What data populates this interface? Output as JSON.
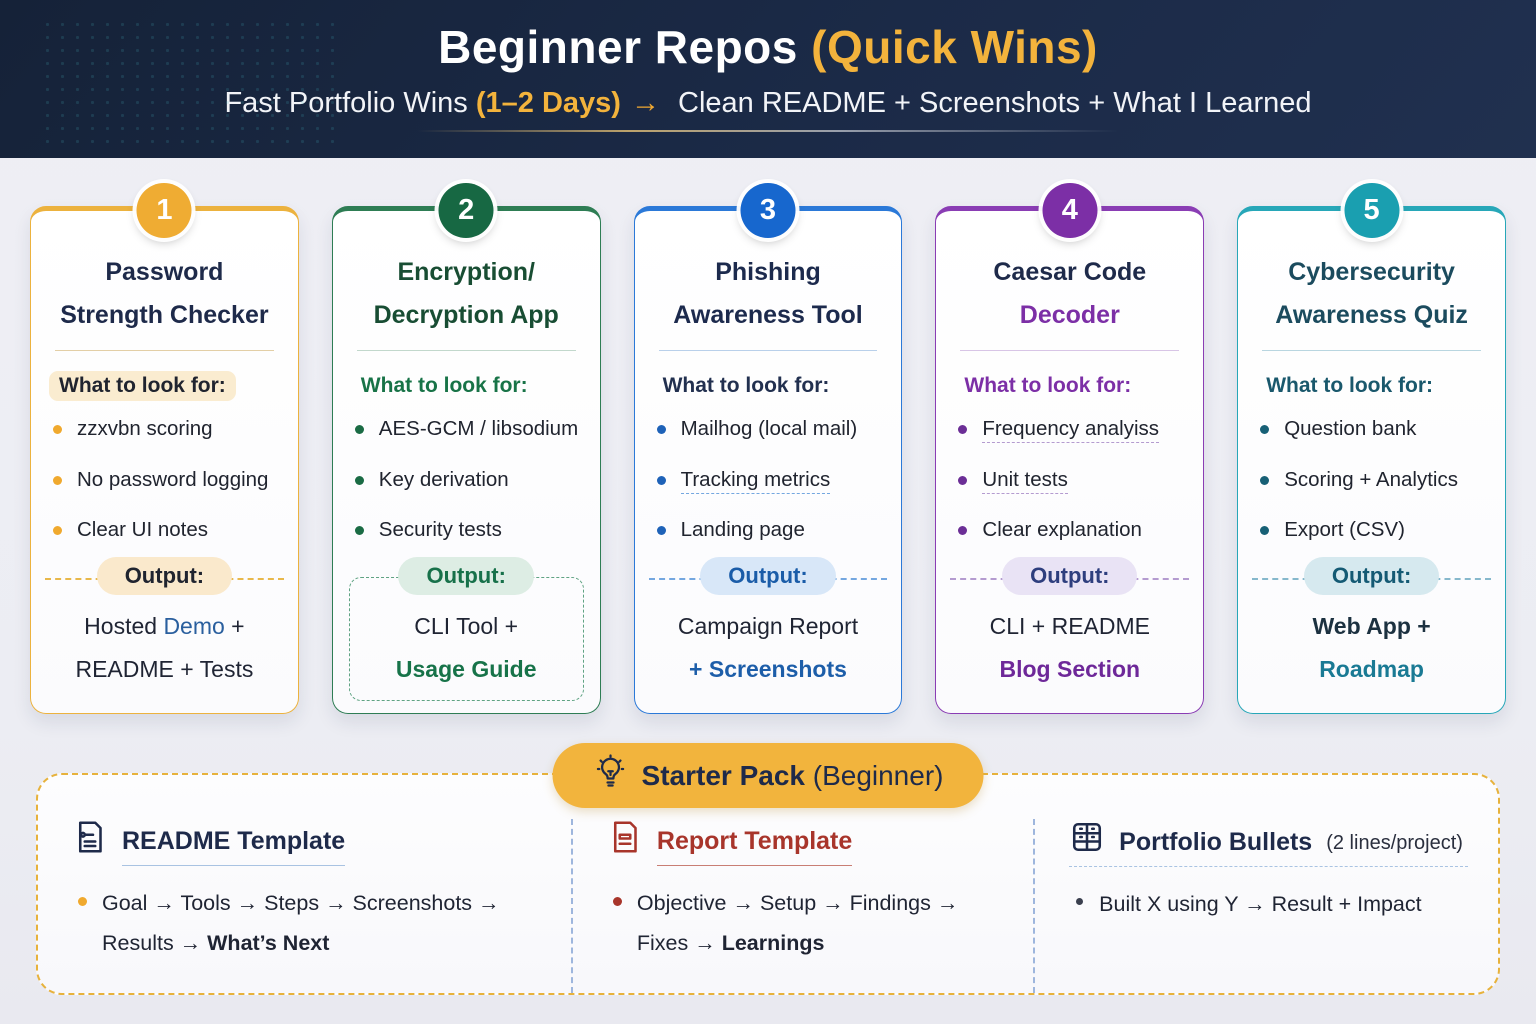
{
  "header": {
    "title": "Beginner Repos ",
    "title_highlight": "(Quick Wins)",
    "subtitle_prefix": "Fast Portfolio Wins ",
    "subtitle_highlight": "(1–2 Days)",
    "subtitle_arrow": "→",
    "subtitle_suffix": " Clean README + Screenshots + What I Learned"
  },
  "colors": {
    "header_bg": "#1B2A47",
    "gold": "#EFAC33",
    "green": "#176843",
    "blue": "#1767CE",
    "purple": "#7C2FA6",
    "teal": "#1A9FB0",
    "red": "#A8352B"
  },
  "cards": [
    {
      "number": "1",
      "title1": "Password",
      "title2": "Strength Checker",
      "label": "What to look for:",
      "bullets": [
        "zzxvbn scoring",
        "No password logging",
        "Clear UI notes"
      ],
      "output_label": "Output:",
      "out_l1a": "Hosted ",
      "out_l1b": "Demo",
      "out_l1c": " +",
      "out_l2": "README + Tests"
    },
    {
      "number": "2",
      "title1": "Encryption/",
      "title2": "Decryption App",
      "label": "What to look for:",
      "bullets": [
        "AES-GCM / libsodium",
        "Key derivation",
        "Security tests"
      ],
      "output_label": "Output:",
      "out_l1a": "CLI Tool +",
      "out_l1b": "",
      "out_l1c": "",
      "out_l2": "Usage Guide"
    },
    {
      "number": "3",
      "title1": "Phishing",
      "title2": "Awareness Tool",
      "label": "What to look for:",
      "bullets": [
        "Mailhog (local mail)",
        "Tracking metrics",
        "Landing page"
      ],
      "output_label": "Output:",
      "out_l1a": "Campaign Report",
      "out_l1b": "",
      "out_l1c": "",
      "out_l2": "+ Screenshots"
    },
    {
      "number": "4",
      "title1": "Caesar Code",
      "title2": "Decoder",
      "label": "What to look for:",
      "bullets": [
        "Frequency analyiss",
        "Unit tests",
        "Clear explanation"
      ],
      "output_label": "Output:",
      "out_l1a": "CLI + README",
      "out_l1b": "",
      "out_l1c": "",
      "out_l2": "Blog Section"
    },
    {
      "number": "5",
      "title1": "Cybersecurity",
      "title2": "Awareness Quiz",
      "label": "What to look for:",
      "bullets": [
        "Question bank",
        "Scoring + Analytics",
        "Export (CSV)"
      ],
      "output_label": "Output:",
      "out_l1a": "Web App +",
      "out_l1b": "",
      "out_l1c": "",
      "out_l2": "Roadmap"
    }
  ],
  "starter": {
    "badge_bold": "Starter Pack",
    "badge_rest": " (Beginner)",
    "badge_icon": "lightbulb-icon",
    "columns": [
      {
        "icon": "document-icon",
        "title": "README Template",
        "suffix": "",
        "flow": "Goal → Tools → Steps → Screenshots → Results → ",
        "flow_bold": "What’s Next"
      },
      {
        "icon": "report-document-icon",
        "title": "Report Template",
        "suffix": "",
        "flow": "Objective → Setup → Findings → Fixes → ",
        "flow_bold": "Learnings"
      },
      {
        "icon": "grid-table-icon",
        "title": "Portfolio Bullets",
        "suffix": "(2 lines/project)",
        "flow": "Built X using Y → Result + Impact",
        "flow_bold": ""
      }
    ]
  }
}
